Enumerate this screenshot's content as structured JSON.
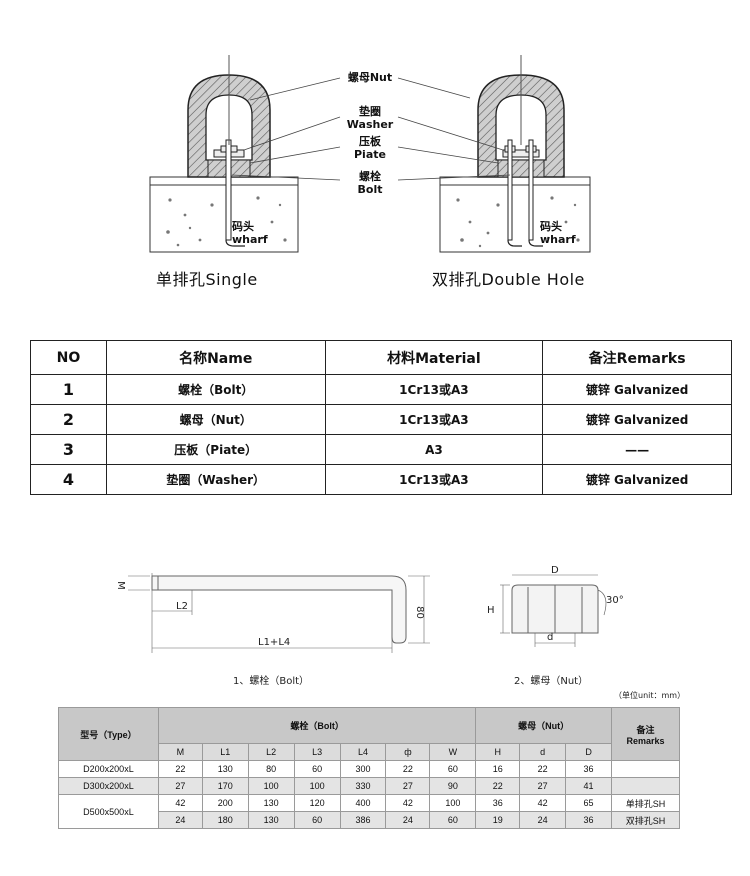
{
  "diagram": {
    "callouts": {
      "nut": [
        "螺母Nut"
      ],
      "washer": [
        "垫圈",
        "Washer"
      ],
      "plate": [
        "压板",
        "Piate"
      ],
      "bolt": [
        "螺栓",
        "Bolt"
      ]
    },
    "wharf_cn": "码头",
    "wharf_en": "wharf",
    "caption_single": "单排孔Single",
    "caption_double": "双排孔Double Hole"
  },
  "components_table": {
    "headers": [
      "NO",
      "名称Name",
      "材料Material",
      "备注Remarks"
    ],
    "rows": [
      {
        "no": "1",
        "name": "螺栓（Bolt）",
        "material": "1Cr13或A3",
        "remarks": "镀锌 Galvanized"
      },
      {
        "no": "2",
        "name": "螺母（Nut）",
        "material": "1Cr13或A3",
        "remarks": "镀锌 Galvanized"
      },
      {
        "no": "3",
        "name": "压板（Piate）",
        "material": "A3",
        "remarks": "——"
      },
      {
        "no": "4",
        "name": "垫圈（Washer）",
        "material": "1Cr13或A3",
        "remarks": "镀锌 Galvanized"
      }
    ]
  },
  "bolt_drawing": {
    "labels": {
      "m": "M",
      "l2": "L2",
      "l1l4": "L1+L4",
      "h80": "80"
    },
    "caption": "1、螺栓（Bolt）"
  },
  "nut_drawing": {
    "labels": {
      "d_upper": "D",
      "h": "H",
      "d_lower": "d",
      "angle": "30°"
    },
    "caption": "2、螺母（Nut）"
  },
  "unit_note": "（单位unit：mm）",
  "spec_table": {
    "type_header": "型号（Type）",
    "bolt_header": "螺栓（Bolt）",
    "nut_header": "螺母（Nut）",
    "remarks_header": [
      "备注",
      "Remarks"
    ],
    "bolt_cols": [
      "M",
      "L1",
      "L2",
      "L3",
      "L4",
      "ф",
      "W"
    ],
    "nut_cols": [
      "H",
      "d",
      "D"
    ],
    "rows": [
      {
        "type": "D200x200xL",
        "bolt": [
          "22",
          "130",
          "80",
          "60",
          "300",
          "22",
          "60"
        ],
        "nut": [
          "16",
          "22",
          "36"
        ],
        "remark": ""
      },
      {
        "type": "D300x200xL",
        "bolt": [
          "27",
          "170",
          "100",
          "100",
          "330",
          "27",
          "90"
        ],
        "nut": [
          "22",
          "27",
          "41"
        ],
        "remark": ""
      },
      {
        "type": "D500x500xL",
        "bolt": [
          "42",
          "200",
          "130",
          "120",
          "400",
          "42",
          "100"
        ],
        "nut": [
          "36",
          "42",
          "65"
        ],
        "remark": "单排孔SH"
      },
      {
        "type": "",
        "bolt": [
          "24",
          "180",
          "130",
          "60",
          "386",
          "24",
          "60"
        ],
        "nut": [
          "19",
          "24",
          "36"
        ],
        "remark": "双排孔SH"
      }
    ]
  }
}
